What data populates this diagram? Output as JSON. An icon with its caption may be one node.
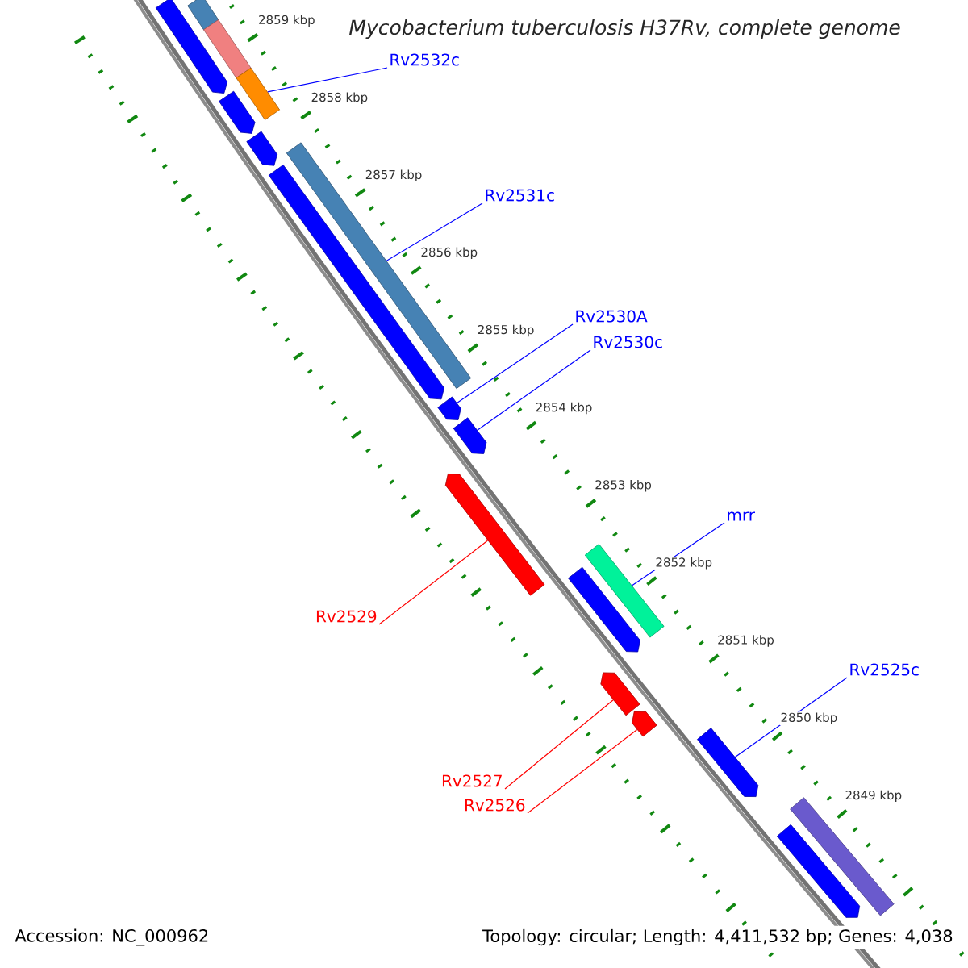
{
  "diagram": {
    "title": "Mycobacterium tuberculosis H37Rv, complete genome",
    "nodes": [
      {
        "text": [
          "Rv2532c"
        ]
      },
      {
        "text": [
          "Rv2531c"
        ]
      },
      {
        "text": [
          "Rv2530A"
        ]
      },
      {
        "text": [
          "Rv2530c"
        ]
      },
      {
        "text": [
          "mrr"
        ]
      },
      {
        "text": [
          "Rv2529"
        ]
      },
      {
        "text": [
          "Rv2527"
        ]
      },
      {
        "text": [
          "Rv2526"
        ]
      },
      {
        "text": [
          "Rv2525c"
        ]
      },
      {
        "text": [],
        "shape": "arrow"
      },
      {
        "text": [],
        "shape": "bar"
      },
      {
        "text": [],
        "shape": "bar"
      },
      {
        "text": [],
        "shape": "bar"
      },
      {
        "text": [],
        "shape": "arrow"
      },
      {
        "text": [],
        "shape": "arrow"
      },
      {
        "text": [],
        "shape": "bar"
      },
      {
        "text": [],
        "shape": "arrow"
      },
      {
        "text": [],
        "shape": "arrow"
      },
      {
        "text": [],
        "shape": "arrow"
      },
      {
        "text": [],
        "shape": "arrow"
      },
      {
        "text": [],
        "shape": "bar"
      },
      {
        "text": [],
        "shape": "arrow"
      },
      {
        "text": [],
        "shape": "arrow"
      },
      {
        "text": [],
        "shape": "arrow"
      },
      {
        "text": [],
        "shape": "arrow"
      },
      {
        "text": [],
        "shape": "bar"
      },
      {
        "text": [],
        "shape": "arrow"
      }
    ],
    "edges": [
      {
        "from": 0,
        "to": 12,
        "arrow": "none"
      },
      {
        "from": 1,
        "to": 15,
        "arrow": "none"
      },
      {
        "from": 2,
        "to": 17,
        "arrow": "none"
      },
      {
        "from": 3,
        "to": 18,
        "arrow": "none"
      },
      {
        "from": 4,
        "to": 20,
        "arrow": "none"
      },
      {
        "from": 5,
        "to": 19,
        "arrow": "none",
        "color": "#ff0000"
      },
      {
        "from": 6,
        "to": 22,
        "arrow": "none",
        "color": "#ff0000"
      },
      {
        "from": 7,
        "to": 23,
        "arrow": "none",
        "color": "#ff0000"
      },
      {
        "from": 8,
        "to": 24,
        "arrow": "none"
      }
    ],
    "labels": [
      "2859 kbp",
      "2858 kbp",
      "2857 kbp",
      "2856 kbp",
      "2855 kbp",
      "2854 kbp",
      "2853 kbp",
      "2852 kbp",
      "2851 kbp",
      "2850 kbp",
      "2849 kbp",
      "Accession: NC_000962",
      "Topology: circular; Length: 4,411,532 bp; Genes: 4,038"
    ]
  }
}
